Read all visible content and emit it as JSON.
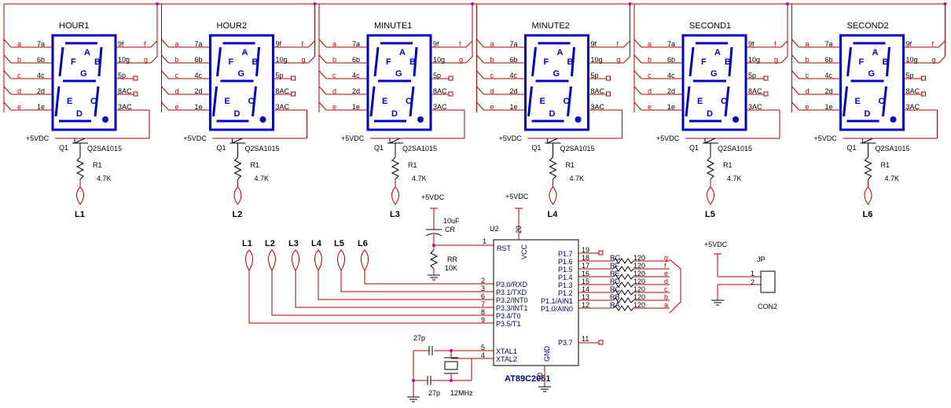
{
  "digits": [
    {
      "title": "HOUR1",
      "led": "L1"
    },
    {
      "title": "HOUR2",
      "led": "L2"
    },
    {
      "title": "MINUTE1",
      "led": "L3"
    },
    {
      "title": "MINUTE2",
      "led": "L4"
    },
    {
      "title": "SECOND1",
      "led": "L5"
    },
    {
      "title": "SECOND2",
      "led": "L6"
    }
  ],
  "segment_letters": [
    "A",
    "B",
    "C",
    "D",
    "E",
    "F",
    "G"
  ],
  "left_pins": [
    {
      "net": "a",
      "pin": "7a"
    },
    {
      "net": "b",
      "pin": "6b"
    },
    {
      "net": "c",
      "pin": "4c"
    },
    {
      "net": "d",
      "pin": "2d"
    },
    {
      "net": "e",
      "pin": "1e"
    }
  ],
  "right_pins": [
    {
      "pin": "9f",
      "net": "f"
    },
    {
      "pin": "10g",
      "net": "g"
    },
    {
      "pin": "5p",
      "net": ""
    },
    {
      "pin": "8AC",
      "net": ""
    },
    {
      "pin": "3AC",
      "net": ""
    }
  ],
  "driver": {
    "supply": "+5VDC",
    "transistor_ref": "Q1",
    "transistor_part": "Q2SA1015",
    "resistor_ref": "R1",
    "resistor_value": "4.7K"
  },
  "mcu": {
    "ref": "U2",
    "part": "AT89C2051",
    "supply": "+5VDC",
    "vcc_pin": "20",
    "gnd_pin": "10",
    "rst": {
      "num": "1",
      "name": "RST"
    },
    "vcc_label": "VCC",
    "gnd_label": "GND",
    "left_pins": [
      {
        "num": "2",
        "name": "P3.0/RXD"
      },
      {
        "num": "3",
        "name": "P3.1/TXD"
      },
      {
        "num": "6",
        "name": "P3.2/INT0"
      },
      {
        "num": "7",
        "name": "P3.3/INT1"
      },
      {
        "num": "8",
        "name": "P3.4/T0"
      },
      {
        "num": "9",
        "name": "P3.5/T1"
      }
    ],
    "xtal_pins": [
      {
        "num": "5",
        "name": "XTAL1"
      },
      {
        "num": "4",
        "name": "XTAL2"
      }
    ],
    "right_pins": [
      {
        "num": "19",
        "name": "P1.7"
      },
      {
        "num": "18",
        "name": "P1.6"
      },
      {
        "num": "17",
        "name": "P1.5"
      },
      {
        "num": "16",
        "name": "P1.4"
      },
      {
        "num": "15",
        "name": "P1.3"
      },
      {
        "num": "14",
        "name": "P1.2"
      },
      {
        "num": "13",
        "name": "P1.1/AIN1"
      },
      {
        "num": "12",
        "name": "P1.0/AIN0"
      }
    ],
    "p37": {
      "num": "11",
      "name": "P3.7"
    }
  },
  "segment_resistors": [
    {
      "ref": "RG",
      "value": "120",
      "net": "g"
    },
    {
      "ref": "RF",
      "value": "120",
      "net": "f"
    },
    {
      "ref": "RE",
      "value": "120",
      "net": "e"
    },
    {
      "ref": "RD",
      "value": "120",
      "net": "d"
    },
    {
      "ref": "RC",
      "value": "120",
      "net": "c"
    },
    {
      "ref": "RB",
      "value": "120",
      "net": "b"
    },
    {
      "ref": "RA",
      "value": "120",
      "net": "a"
    }
  ],
  "reset": {
    "supply": "+5VDC",
    "cap_value": "10uF",
    "cap_ref": "CR",
    "res_ref": "RR",
    "res_value": "10K"
  },
  "crystal": {
    "cap_top": "27p",
    "cap_bottom": "27p",
    "freq": "12MHz"
  },
  "input_labels": [
    "L1",
    "L2",
    "L3",
    "L4",
    "L5",
    "L6"
  ],
  "connector": {
    "supply": "+5VDC",
    "ref": "JP",
    "part": "CON2",
    "pins": [
      "1",
      "2"
    ]
  }
}
